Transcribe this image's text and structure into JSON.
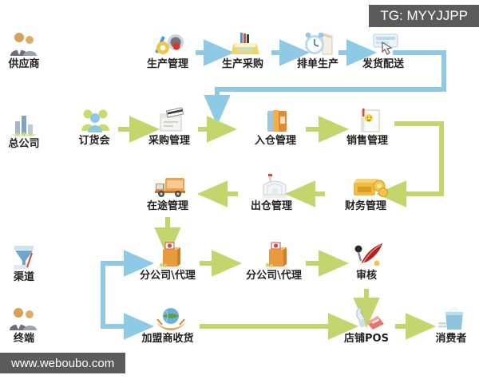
{
  "overlays": {
    "tg_tag": "TG: MYYJJPP",
    "watermark": "www.weboubo.com"
  },
  "colors": {
    "arrow_green": "#c3d66e",
    "arrow_blue": "#8ec9e6",
    "text": "#231f20",
    "chip_bg": "#5b5b5b",
    "background": "#ffffff"
  },
  "lanes": [
    {
      "id": "supplier",
      "label": "供应商",
      "icon": "two-people-icon"
    },
    {
      "id": "head-office",
      "label": "总公司",
      "icon": "bar-chart-icon"
    },
    {
      "id": "channel",
      "label": "渠道",
      "icon": "funnel-icon"
    },
    {
      "id": "terminal",
      "label": "终端",
      "icon": "two-people-icon"
    }
  ],
  "nodes": [
    {
      "id": "production-mgmt",
      "label": "生产管理",
      "icon": "gear-magnifier-icon"
    },
    {
      "id": "production-purchase",
      "label": "生产采购",
      "icon": "tray-box-icon"
    },
    {
      "id": "schedule-production",
      "label": "排单生产",
      "icon": "clock-calendar-icon"
    },
    {
      "id": "shipping-delivery",
      "label": "发货配送",
      "icon": "click-hand-icon"
    },
    {
      "id": "order-fair",
      "label": "订货会",
      "icon": "group-people-icon"
    },
    {
      "id": "purchase-mgmt",
      "label": "采购管理",
      "icon": "card-swipe-icon"
    },
    {
      "id": "inbound-mgmt",
      "label": "入仓管理",
      "icon": "books-icon"
    },
    {
      "id": "sales-mgmt",
      "label": "销售管理",
      "icon": "note-page-icon"
    },
    {
      "id": "in-transit-mgmt",
      "label": "在途管理",
      "icon": "truck-icon"
    },
    {
      "id": "outbound-mgmt",
      "label": "出仓管理",
      "icon": "warehouse-icon"
    },
    {
      "id": "finance-mgmt",
      "label": "财务管理",
      "icon": "money-box-icon"
    },
    {
      "id": "branch-agent-1",
      "label": "分公司\\代理",
      "icon": "carton-box-icon"
    },
    {
      "id": "branch-agent-2",
      "label": "分公司\\代理",
      "icon": "carton-box-icon"
    },
    {
      "id": "audit",
      "label": "审核",
      "icon": "quill-pen-icon"
    },
    {
      "id": "franchisee-receipt",
      "label": "加盟商收货",
      "icon": "globe-hands-icon"
    },
    {
      "id": "store-pos",
      "label": "店铺POS",
      "icon": "pos-scanner-icon"
    },
    {
      "id": "consumer",
      "label": "消费者",
      "icon": "shopping-bag-icon"
    }
  ],
  "edges": [
    {
      "from": "production-mgmt",
      "to": "production-purchase",
      "color": "blue",
      "style": "straight"
    },
    {
      "from": "production-purchase",
      "to": "schedule-production",
      "color": "blue",
      "style": "straight"
    },
    {
      "from": "schedule-production",
      "to": "shipping-delivery",
      "color": "blue",
      "style": "straight"
    },
    {
      "from": "shipping-delivery",
      "to": "inbound-mgmt",
      "color": "blue",
      "style": "elbow-right-down-left"
    },
    {
      "from": "order-fair",
      "to": "purchase-mgmt",
      "color": "green",
      "style": "straight"
    },
    {
      "from": "purchase-mgmt",
      "to": "inbound-mgmt",
      "color": "green",
      "style": "straight"
    },
    {
      "from": "inbound-mgmt",
      "to": "sales-mgmt",
      "color": "green",
      "style": "straight"
    },
    {
      "from": "sales-mgmt",
      "to": "finance-mgmt",
      "color": "green",
      "style": "elbow-right-down-left"
    },
    {
      "from": "finance-mgmt",
      "to": "outbound-mgmt",
      "color": "green",
      "style": "straight-left"
    },
    {
      "from": "outbound-mgmt",
      "to": "in-transit-mgmt",
      "color": "green",
      "style": "straight-left"
    },
    {
      "from": "in-transit-mgmt",
      "to": "branch-agent-1",
      "color": "green",
      "style": "straight-down"
    },
    {
      "from": "branch-agent-1",
      "to": "branch-agent-2",
      "color": "green",
      "style": "straight"
    },
    {
      "from": "branch-agent-2",
      "to": "audit",
      "color": "green",
      "style": "straight"
    },
    {
      "from": "audit",
      "to": "store-pos",
      "color": "green",
      "style": "straight-down"
    },
    {
      "from": "franchisee-receipt",
      "to": "store-pos",
      "color": "green",
      "style": "long-straight"
    },
    {
      "from": "store-pos",
      "to": "consumer",
      "color": "green",
      "style": "straight"
    },
    {
      "from": "channel-split",
      "to": "branch-agent-1",
      "color": "blue",
      "style": "bracket-split-upper"
    },
    {
      "from": "channel-split",
      "to": "franchisee-receipt",
      "color": "blue",
      "style": "bracket-split-lower"
    }
  ]
}
